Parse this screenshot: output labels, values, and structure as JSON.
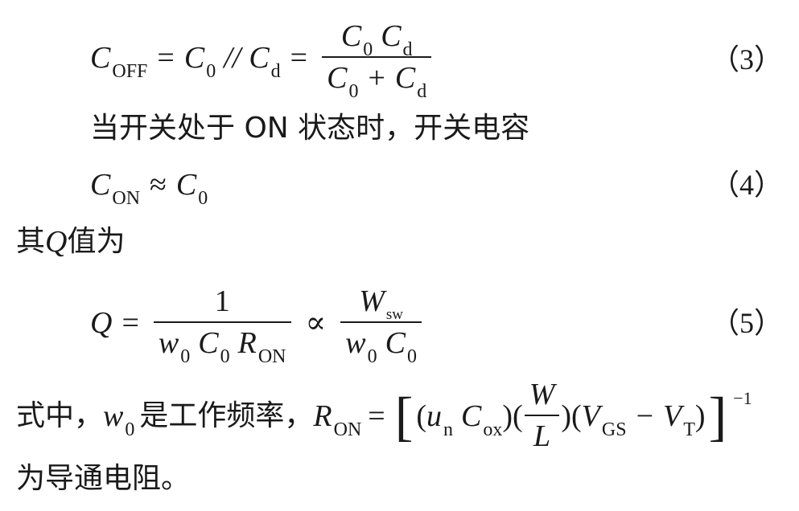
{
  "eq3": {
    "c_off": "C",
    "c_off_sub": "OFF",
    "eq": "=",
    "c0": "C",
    "c0_sub": "0",
    "parallel": "//",
    "cd": "C",
    "cd_sub": "d",
    "eq2": "=",
    "num_c0": "C",
    "num_c0_sub": "0",
    "num_cd": "C",
    "num_cd_sub": "d",
    "den_c0": "C",
    "den_c0_sub": "0",
    "den_plus": "+",
    "den_cd": "C",
    "den_cd_sub": "d",
    "number": "（3）"
  },
  "text1": "当开关处于 ON 状态时，开关电容",
  "eq4": {
    "c_on": "C",
    "c_on_sub": "ON",
    "approx": "≈",
    "c0": "C",
    "c0_sub": "0",
    "number": "（4）"
  },
  "text2": {
    "before": "其 ",
    "q": "Q",
    "after": " 值为"
  },
  "eq5": {
    "q": "Q",
    "eq": "=",
    "num1": "1",
    "den_w": "w",
    "den_w_sub": "0",
    "den_c": "C",
    "den_c_sub": "0",
    "den_r": "R",
    "den_r_sub": "ON",
    "prop": "∝",
    "num2_w": "W",
    "num2_w_sub": "sw",
    "den2_w": "w",
    "den2_w_sub": "0",
    "den2_c": "C",
    "den2_c_sub": "0",
    "number": "（5）"
  },
  "text3": {
    "prefix": "式中，",
    "w": "w",
    "w_sub": "0",
    "middle": "是工作频率，",
    "r": "R",
    "r_sub": "ON",
    "eq": "=",
    "lbr": "[",
    "lp1": "(",
    "u": "u",
    "u_sub": "n",
    "c": "C",
    "c_sub": "ox",
    "rp1": ")",
    "lp2": "(",
    "fw": "W",
    "fl": "L",
    "rp2": ")",
    "lp3": "(",
    "vgs": "V",
    "vgs_sub": "GS",
    "minus": "−",
    "vt": "V",
    "vt_sub": "T",
    "rp3": ")",
    "rbr": "]",
    "exp": "−1"
  },
  "text4": "为导通电阻。"
}
